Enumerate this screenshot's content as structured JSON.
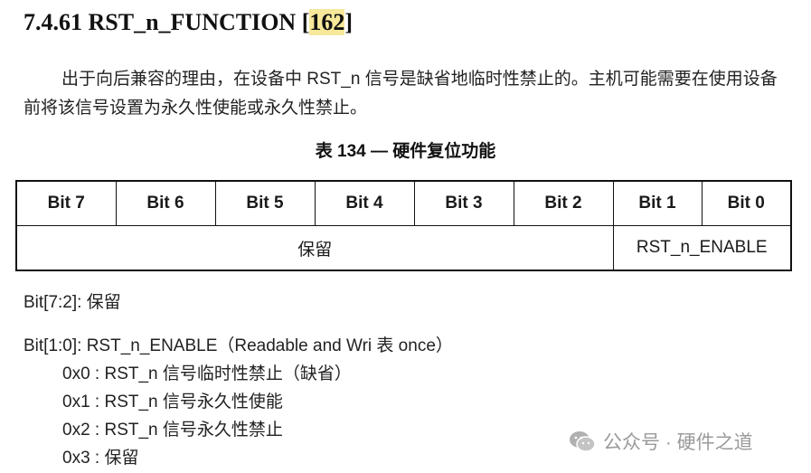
{
  "heading": {
    "title": "7.4.61 RST_n_FUNCTION [",
    "ref": "162",
    "close": "]"
  },
  "paragraph": "出于向后兼容的理由，在设备中 RST_n 信号是缺省地临时性禁止的。主机可能需要在使用设备前将该信号设置为永久性使能或永久性禁止。",
  "table": {
    "caption": "表 134 — 硬件复位功能",
    "headers": [
      "Bit 7",
      "Bit 6",
      "Bit 5",
      "Bit 4",
      "Bit 3",
      "Bit 2",
      "Bit 1",
      "Bit 0"
    ],
    "row": {
      "reserved": "保留",
      "field": "RST_n_ENABLE"
    }
  },
  "descriptions": {
    "bit72": "Bit[7:2]:  保留",
    "bit10": "Bit[1:0]: RST_n_ENABLE（Readable and Wri 表 once）",
    "values": [
      "0x0 : RST_n 信号临时性禁止（缺省）",
      "0x1 : RST_n 信号永久性使能",
      "0x2 : RST_n  信号永久性禁止",
      "0x3 :  保留"
    ]
  },
  "watermark": {
    "text": "公众号 · 硬件之道",
    "icon": "wechat-icon"
  }
}
